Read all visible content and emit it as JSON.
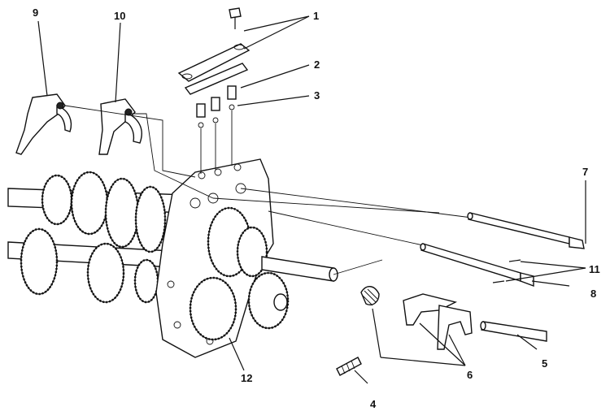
{
  "callouts": [
    {
      "id": "1",
      "part": "shift-rail-interlock-plate"
    },
    {
      "id": "2",
      "part": "detent-spring"
    },
    {
      "id": "3",
      "part": "detent-ball"
    },
    {
      "id": "4",
      "part": "tension-spring"
    },
    {
      "id": "5",
      "part": "shift-rail-pin"
    },
    {
      "id": "6",
      "part": "shift-forks-and-spring"
    },
    {
      "id": "7",
      "part": "upper-shift-rail"
    },
    {
      "id": "8",
      "part": "lower-shift-rail"
    },
    {
      "id": "9",
      "part": "shift-fork-left"
    },
    {
      "id": "10",
      "part": "shift-fork-right"
    },
    {
      "id": "11",
      "part": "roll-pins"
    },
    {
      "id": "12",
      "part": "gear-cluster-housing"
    }
  ]
}
